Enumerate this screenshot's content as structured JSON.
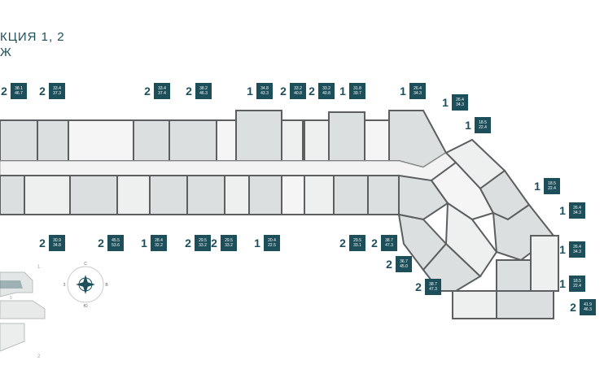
{
  "title": {
    "line1": "КЦИЯ 1, 2",
    "line2": "Ж"
  },
  "compass": {
    "north": "С",
    "south": "Ю",
    "east": "В",
    "west": "З"
  },
  "mini_map": {
    "labels": [
      "1",
      "2",
      "5"
    ]
  },
  "apartments": [
    {
      "rooms": "2",
      "area": "38.1",
      "total": "46.7"
    },
    {
      "rooms": "2",
      "area": "33.4",
      "total": "37.3"
    },
    {
      "rooms": "2",
      "area": "33.4",
      "total": "37.4"
    },
    {
      "rooms": "2",
      "area": "38.2",
      "total": "46.3"
    },
    {
      "rooms": "1",
      "area": "34.8",
      "total": "43.3"
    },
    {
      "rooms": "2",
      "area": "33.2",
      "total": "40.8"
    },
    {
      "rooms": "2",
      "area": "33.2",
      "total": "40.8"
    },
    {
      "rooms": "1",
      "area": "31.8",
      "total": "39.7"
    },
    {
      "rooms": "1",
      "area": "26.4",
      "total": "34.3"
    },
    {
      "rooms": "1",
      "area": "26.4",
      "total": "34.3"
    },
    {
      "rooms": "1",
      "area": "18.5",
      "total": "22.4"
    },
    {
      "rooms": "1",
      "area": "18.5",
      "total": "22.4"
    },
    {
      "rooms": "1",
      "area": "26.4",
      "total": "34.3"
    },
    {
      "rooms": "1",
      "area": "26.4",
      "total": "34.3"
    },
    {
      "rooms": "1",
      "area": "18.5",
      "total": "22.4"
    },
    {
      "rooms": "2",
      "area": "41.9",
      "total": "46.3"
    },
    {
      "rooms": "2",
      "area": "38.7",
      "total": "47.3"
    },
    {
      "rooms": "2",
      "area": "36.7",
      "total": "45.0"
    },
    {
      "rooms": "2",
      "area": "38.7",
      "total": "47.3"
    },
    {
      "rooms": "2",
      "area": "29.5",
      "total": "33.1"
    },
    {
      "rooms": "1",
      "area": "20.4",
      "total": "22.5"
    },
    {
      "rooms": "2",
      "area": "29.5",
      "total": "33.2"
    },
    {
      "rooms": "2",
      "area": "29.5",
      "total": "33.2"
    },
    {
      "rooms": "1",
      "area": "28.4",
      "total": "32.2"
    },
    {
      "rooms": "2",
      "area": "45.5",
      "total": "53.6"
    },
    {
      "rooms": "2",
      "area": "30.9",
      "total": "34.8"
    }
  ],
  "colors": {
    "accent": "#1d4f5b",
    "wall": "#5b5f61",
    "room_fill": "#dcdfdf",
    "room_light": "#eef0ef"
  }
}
